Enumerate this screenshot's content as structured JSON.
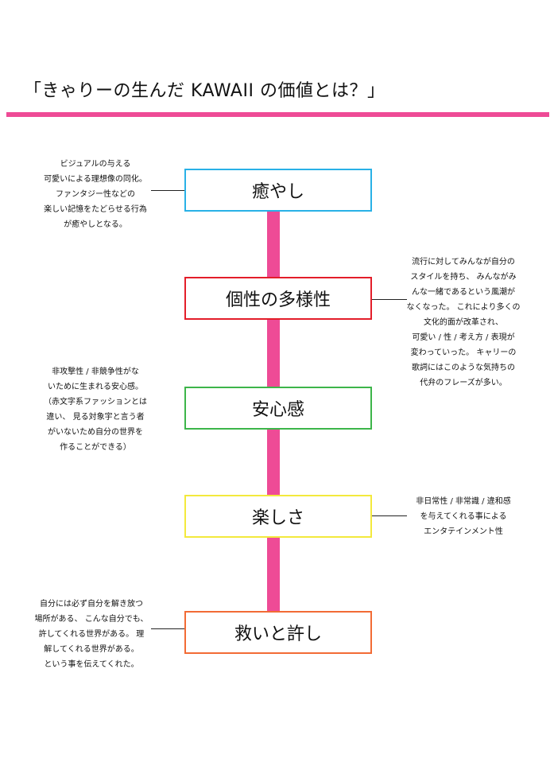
{
  "title": "「きゃりーの生んだ KAWAII の価値とは？」",
  "colors": {
    "accent_pink": "#ee4b96",
    "box_iyashi": "#29b1e6",
    "box_kosei": "#e31e2a",
    "box_anshin": "#3db54a",
    "box_tanoshisa": "#f3e93d",
    "box_sukui": "#f26b35"
  },
  "items": [
    {
      "label": "癒やし",
      "note": [
        "ビジュアルの与える",
        "可愛いによる理想像の同化。",
        "ファンタジー性などの",
        "楽しい記憶をたどらせる行為",
        "が癒やしとなる。"
      ]
    },
    {
      "label": "個性の多様性",
      "note": [
        "流行に対してみんなが自分の",
        "スタイルを持ち、 みんながみ",
        "んな一緒であるという風潮が",
        "なくなった。 これにより多くの",
        "文化的面が改革され、",
        "可愛い / 性 / 考え方 / 表現が",
        "変わっていった。 キャリーの",
        "歌詞にはこのような気持ちの",
        "代弁のフレーズが多い。"
      ]
    },
    {
      "label": "安心感",
      "note": [
        "非攻撃性 / 非競争性がな",
        "いために生まれる安心感。",
        "（赤文字系ファッションとは",
        "違い、 見る対象宇と言う者",
        "がいないため自分の世界を",
        "作ることができる）"
      ]
    },
    {
      "label": "楽しさ",
      "note": [
        "非日常性 / 非常識 / 違和感",
        "を与えてくれる事による",
        "エンタテインメント性"
      ]
    },
    {
      "label": "救いと許し",
      "note": [
        "自分には必ず自分を解き放つ",
        "場所がある、 こんな自分でも、",
        "許してくれる世界がある。 理",
        "解してくれる世界がある。",
        "という事を伝えてくれた。"
      ]
    }
  ]
}
